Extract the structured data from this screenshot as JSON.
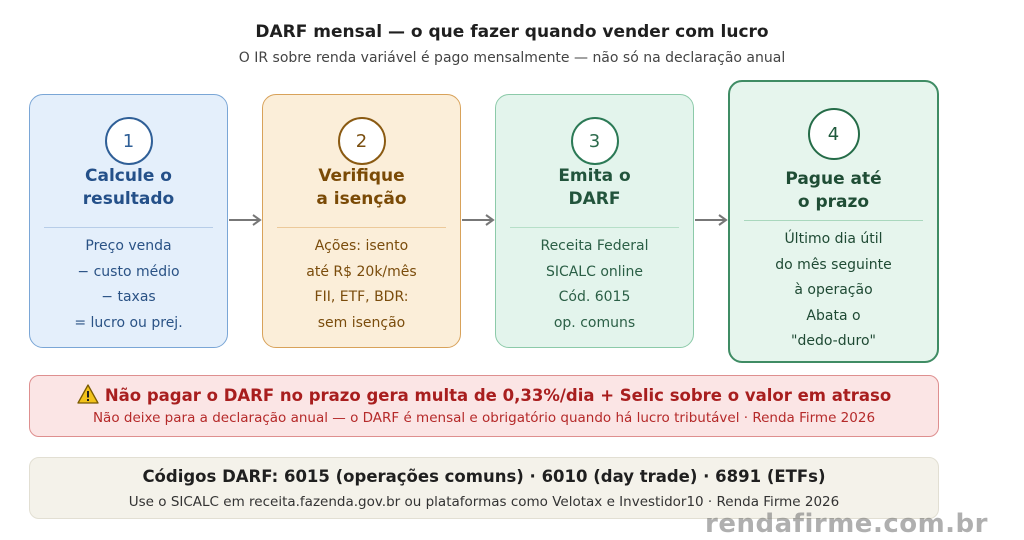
{
  "header": {
    "title": "DARF mensal — o que fazer quando vender com lucro",
    "subtitle": "O IR sobre renda variável é pago mensalmente — não só na declaração anual"
  },
  "steps": [
    {
      "number": "1",
      "heading": "Calcule o\nresultado",
      "body": "Preço venda\n− custo médio\n− taxas\n= lucro ou prej."
    },
    {
      "number": "2",
      "heading": "Verifique\na isenção",
      "body": "Ações: isento\naté R$ 20k/mês\nFII, ETF, BDR:\nsem isenção"
    },
    {
      "number": "3",
      "heading": "Emita o\nDARF",
      "body": "Receita Federal\nSICALC online\nCód. 6015\nop. comuns"
    },
    {
      "number": "4",
      "heading": "Pague até\no prazo",
      "body": "Último dia útil\ndo mês seguinte\nà operação\nAbata o\n\"dedo-duro\""
    }
  ],
  "warning": {
    "headline": "Não pagar o DARF no prazo gera multa de 0,33%/dia + Selic sobre o valor em atraso",
    "detail": "Não deixe para a declaração anual — o DARF é mensal e obrigatório quando há lucro tributável · Renda Firme 2026",
    "icon": "warning-icon"
  },
  "codes": {
    "headline": "Códigos DARF: 6015 (operações comuns) · 6010 (day trade) · 6891 (ETFs)",
    "detail": "Use o SICALC em receita.fazenda.gov.br ou plataformas como Velotax e Investidor10 · Renda Firme 2026"
  },
  "watermark": "rendafirme.com.br",
  "colors": {
    "step1": "#2f5f97",
    "step2": "#8a5a12",
    "step3": "#2c7a56",
    "step4": "#256c48",
    "warning": "#a81e1e"
  }
}
